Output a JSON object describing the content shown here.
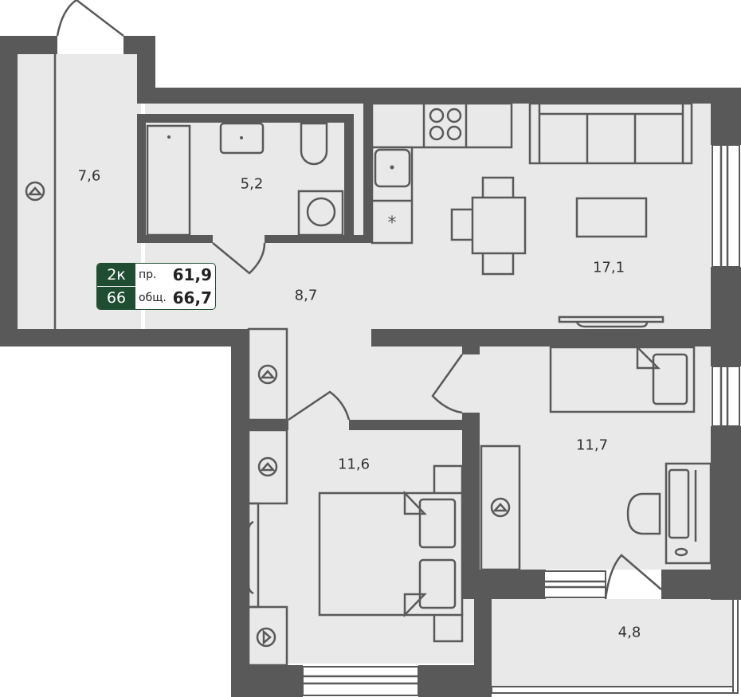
{
  "plan": {
    "type": "apartment-floor-plan",
    "badge": {
      "rooms": "2к",
      "number": "66",
      "living_label": "пр.",
      "living_area": "61,9",
      "total_label": "общ.",
      "total_area": "66,7",
      "color": "#1f4d32"
    },
    "rooms": [
      {
        "id": "loggia-left",
        "area": "7,6"
      },
      {
        "id": "bathroom",
        "area": "5,2"
      },
      {
        "id": "hallway",
        "area": "8,7"
      },
      {
        "id": "kitchen-living",
        "area": "17,1"
      },
      {
        "id": "bedroom-1",
        "area": "11,6"
      },
      {
        "id": "bedroom-2",
        "area": "11,7"
      },
      {
        "id": "balcony",
        "area": "4,8"
      }
    ],
    "colors": {
      "wall": "#595959",
      "floor": "#e9e9e9",
      "window": "#ffffff"
    }
  }
}
